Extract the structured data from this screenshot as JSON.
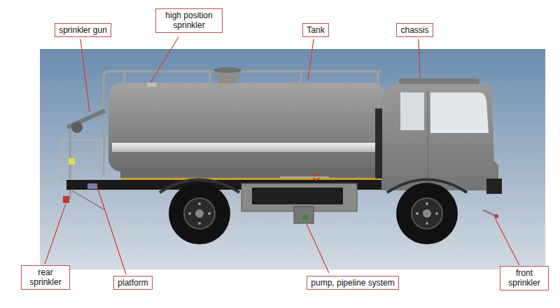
{
  "diagram": {
    "nodes": [
      {
        "text": [
          "sprinkler gun"
        ]
      },
      {
        "text": [
          "high position sprinkler"
        ]
      },
      {
        "text": [
          "Tank"
        ]
      },
      {
        "text": [
          "chassis"
        ]
      },
      {
        "text": [
          "rear sprinkler"
        ]
      },
      {
        "text": [
          "platform"
        ]
      },
      {
        "text": [
          "pump, pipeline system"
        ]
      },
      {
        "text": [
          "front sprinkler"
        ]
      }
    ]
  }
}
